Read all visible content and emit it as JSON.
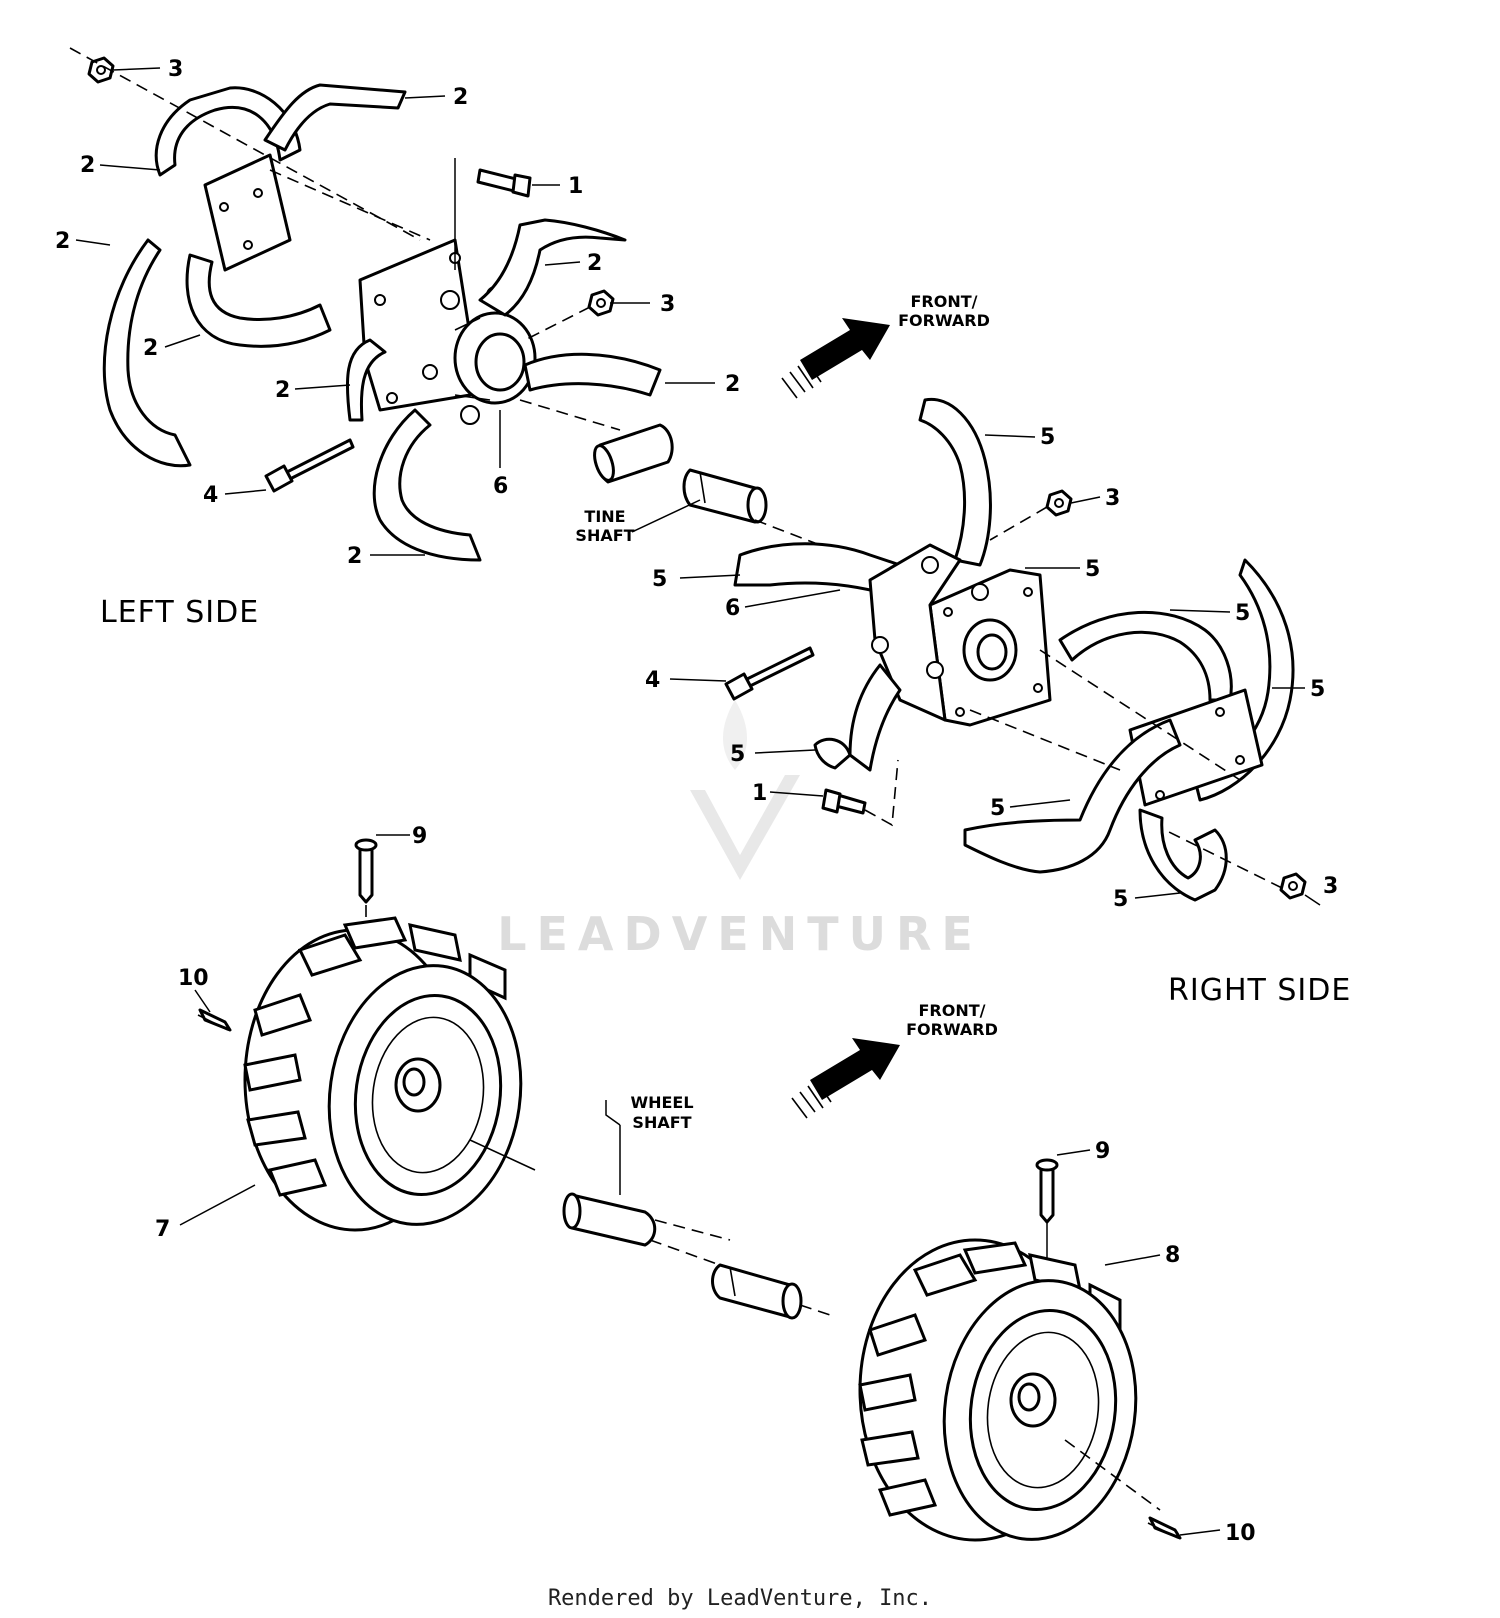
{
  "headings": {
    "left_side": "LEFT SIDE",
    "right_side": "RIGHT SIDE"
  },
  "labels": {
    "tine_shaft_line1": "TINE",
    "tine_shaft_line2": "SHAFT",
    "wheel_shaft_line1": "WHEEL",
    "wheel_shaft_line2": "SHAFT",
    "front_forward_line1": "FRONT/",
    "front_forward_line2": "FORWARD"
  },
  "callouts": {
    "c1": "1",
    "c2": "2",
    "c3": "3",
    "c4": "4",
    "c5": "5",
    "c6": "6",
    "c7": "7",
    "c8": "8",
    "c9": "9",
    "c10": "10"
  },
  "watermark": "LEADVENTURE",
  "footer": "Rendered by LeadVenture, Inc."
}
